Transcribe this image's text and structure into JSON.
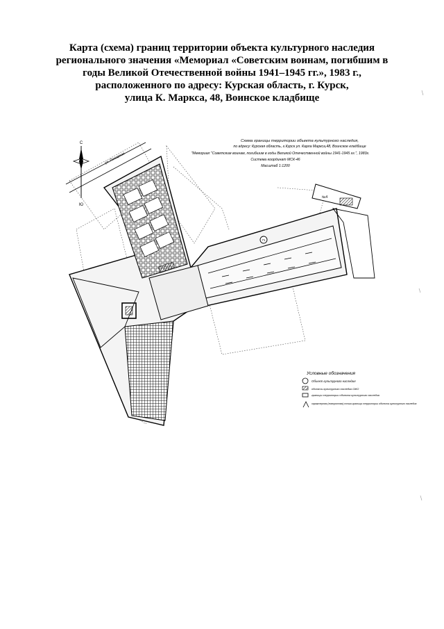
{
  "title": {
    "line1": "Карта (схема) границ территории объекта культурного наследия",
    "line2": "регионального значения «Мемориал «Советским воинам, погибшим в",
    "line3": "годы Великой Отечественной войны 1941–1945 гг.», 1983 г.,",
    "line4": "расположенного по адресу: Курская область, г. Курск,",
    "line5": "улица К. Маркса, 48, Воинское кладбище"
  },
  "scheme": {
    "line1": "Схема границы территории объекта культурного наследия,",
    "line2": "по адресу: Курская область, г.Курск ул. Карла Маркса,48, Воинское кладбище",
    "line3": "\"Мемориал \"Советским воинам, погибшим в годы Великой Отечественной войны 1941-1945 гг.\", 1983г.",
    "line4": "Система координат МСК-46",
    "line5": "Масштаб 1:1200"
  },
  "compass": {
    "north": "С",
    "south": "Ю"
  },
  "street_label": "ул. Пожарная",
  "object_marker": "71",
  "building_label": "№4",
  "legend": {
    "title": "Условные обозначения",
    "items": [
      {
        "symbol": "circle-number",
        "text": "Объект культурного наследия"
      },
      {
        "symbol": "rect-hatched",
        "text": "объекты культурного наследия ОЖО"
      },
      {
        "symbol": "rect-outline",
        "text": "границы территории объекта культурного наследия"
      },
      {
        "symbol": "angle-mark",
        "text": "характерная (поворотная) точка границы территории объекта культурного наследия"
      }
    ]
  }
}
